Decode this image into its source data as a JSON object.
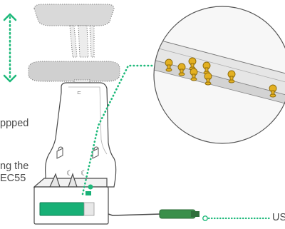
{
  "text": {
    "left_line_1": "ppped",
    "left_line_2": "ng the",
    "left_line_3": "EC55",
    "usb_label": "US"
  },
  "colors": {
    "green_accent": "#1db97a",
    "screen_green": "#18b076",
    "pin_gold": "#e3b021",
    "outline": "#4a4a4a",
    "light_gray": "#d9d9d9",
    "cable_green": "#3a8f4a"
  },
  "icons": {
    "lock_icon": "lock-icon",
    "moon_icon": "moon-icon",
    "arrow": "double-arrow-icon"
  }
}
